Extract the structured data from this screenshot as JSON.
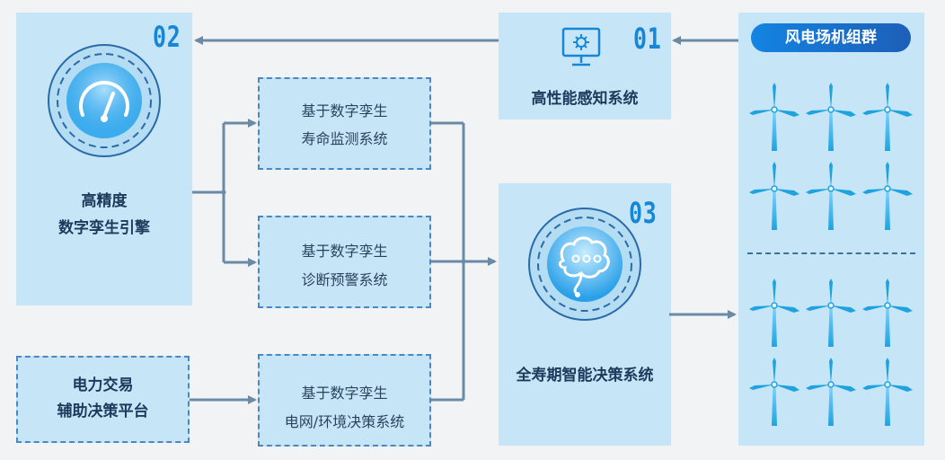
{
  "engine": {
    "number": "02",
    "title_line1": "高精度",
    "title_line2": "数字孪生引擎"
  },
  "perception": {
    "number": "01",
    "title": "高性能感知系统"
  },
  "decision": {
    "number": "03",
    "title": "全寿期智能决策系统"
  },
  "windfarm": {
    "title": "风电场机组群"
  },
  "trading": {
    "line1": "电力交易",
    "line2": "辅助决策平台"
  },
  "subsystems": [
    {
      "line1": "基于数字孪生",
      "line2": "寿命监测系统"
    },
    {
      "line1": "基于数字孪生",
      "line2": "诊断预警系统"
    },
    {
      "line1": "基于数字孪生",
      "line2": "电网/环境决策系统"
    }
  ],
  "icons": {
    "engine": "gauge-icon",
    "perception": "monitor-gear-icon",
    "decision": "brain-icon",
    "turbine": "wind-turbine-icon"
  },
  "colors": {
    "accent": "#1686d8",
    "box_fill": "#c6e6f7",
    "arrow": "#6a8aa6",
    "turbine": "#1ea3df"
  }
}
